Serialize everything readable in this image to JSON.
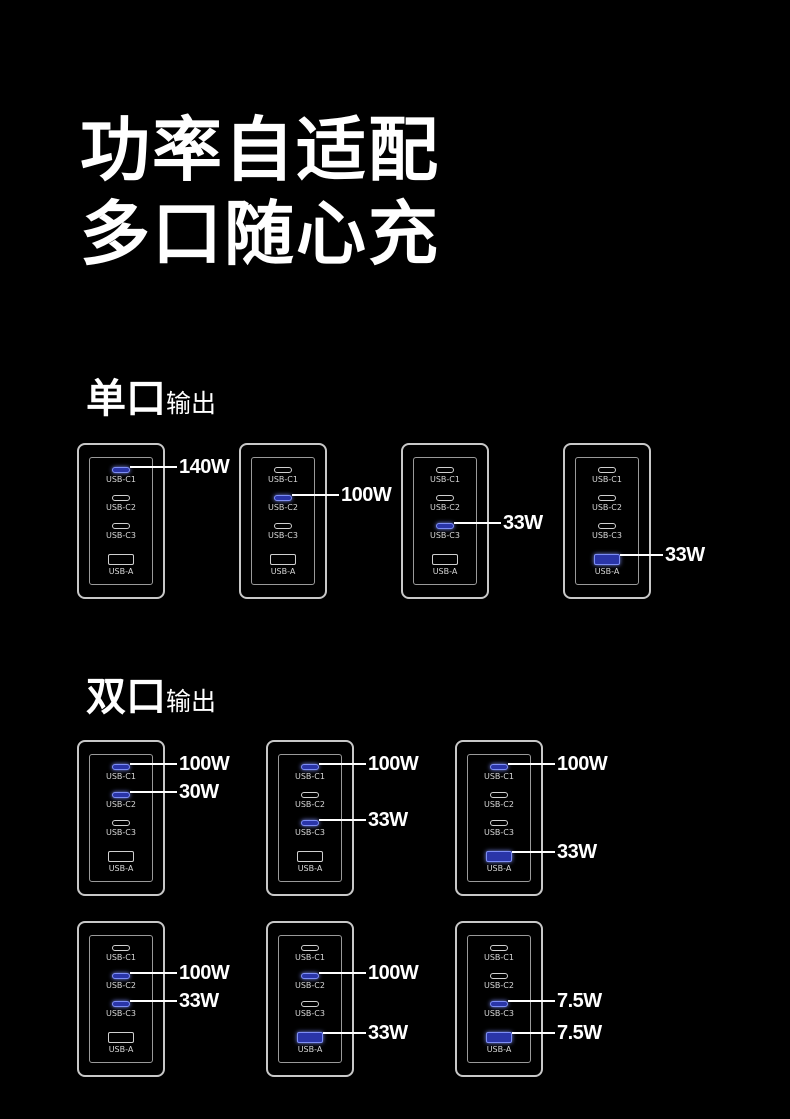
{
  "headline": {
    "line1": "功率自适配",
    "line2": "多口随心充"
  },
  "sections": {
    "single": {
      "title_big": "单口",
      "title_small": "输出"
    },
    "dual": {
      "title_big": "双口",
      "title_small": "输出"
    }
  },
  "port_labels": [
    "USB-C1",
    "USB-C2",
    "USB-C3",
    "USB-A"
  ],
  "accent_color": "#7d8df5",
  "single_output": [
    {
      "active_ports": [
        "USB-C1"
      ],
      "outputs": [
        {
          "port": "USB-C1",
          "watt": "140W"
        }
      ]
    },
    {
      "active_ports": [
        "USB-C2"
      ],
      "outputs": [
        {
          "port": "USB-C2",
          "watt": "100W"
        }
      ]
    },
    {
      "active_ports": [
        "USB-C3"
      ],
      "outputs": [
        {
          "port": "USB-C3",
          "watt": "33W"
        }
      ]
    },
    {
      "active_ports": [
        "USB-A"
      ],
      "outputs": [
        {
          "port": "USB-A",
          "watt": "33W"
        }
      ]
    }
  ],
  "dual_output": [
    {
      "active_ports": [
        "USB-C1",
        "USB-C2"
      ],
      "outputs": [
        {
          "port": "USB-C1",
          "watt": "100W"
        },
        {
          "port": "USB-C2",
          "watt": "30W"
        }
      ]
    },
    {
      "active_ports": [
        "USB-C1",
        "USB-C3"
      ],
      "outputs": [
        {
          "port": "USB-C1",
          "watt": "100W"
        },
        {
          "port": "USB-C3",
          "watt": "33W"
        }
      ]
    },
    {
      "active_ports": [
        "USB-C1",
        "USB-A"
      ],
      "outputs": [
        {
          "port": "USB-C1",
          "watt": "100W"
        },
        {
          "port": "USB-A",
          "watt": "33W"
        }
      ]
    },
    {
      "active_ports": [
        "USB-C2",
        "USB-C3"
      ],
      "outputs": [
        {
          "port": "USB-C2",
          "watt": "100W"
        },
        {
          "port": "USB-C3",
          "watt": "33W"
        }
      ]
    },
    {
      "active_ports": [
        "USB-C2",
        "USB-A"
      ],
      "outputs": [
        {
          "port": "USB-C2",
          "watt": "100W"
        },
        {
          "port": "USB-A",
          "watt": "33W"
        }
      ]
    },
    {
      "active_ports": [
        "USB-C3",
        "USB-A"
      ],
      "outputs": [
        {
          "port": "USB-C3",
          "watt": "7.5W"
        },
        {
          "port": "USB-A",
          "watt": "7.5W"
        }
      ]
    }
  ]
}
